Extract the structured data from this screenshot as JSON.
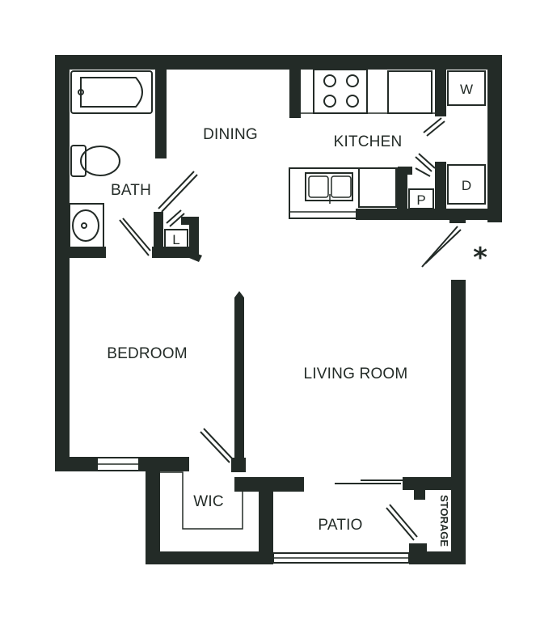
{
  "rooms": {
    "dining": "DINING",
    "kitchen": "KITCHEN",
    "bath": "BATH",
    "bedroom": "BEDROOM",
    "living_room": "LIVING ROOM",
    "wic": "WIC",
    "patio": "PATIO",
    "storage": "STORAGE"
  },
  "appliances": {
    "washer": "W",
    "dryer": "D",
    "pantry": "P",
    "linen": "L"
  },
  "marker": "*",
  "colors": {
    "wall": "#232b27",
    "background": "#ffffff"
  }
}
